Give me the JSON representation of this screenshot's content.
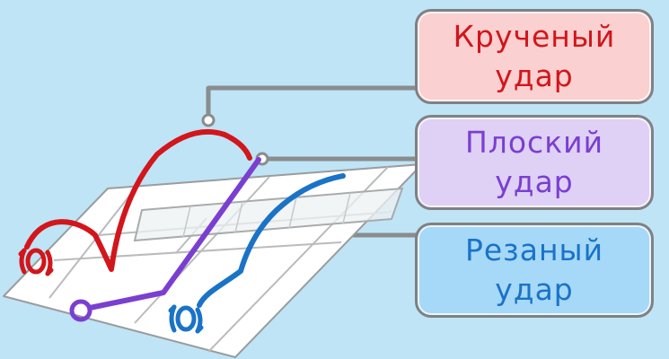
{
  "labels": {
    "topspin": {
      "line1": "Крученый",
      "line2": "удар"
    },
    "flat": {
      "line1": "Плоский",
      "line2": "удар"
    },
    "slice": {
      "line1": "Резаный",
      "line2": "удар"
    }
  },
  "colors": {
    "background": "#bfe4f6",
    "topspin": "#d2161b",
    "flat": "#7a3fd0",
    "slice": "#1a73c7",
    "connector": "#8a8c8e",
    "court": "#ffffff"
  },
  "icons": [
    "spin-ball-icon",
    "flat-ball-icon",
    "slice-ball-icon"
  ]
}
